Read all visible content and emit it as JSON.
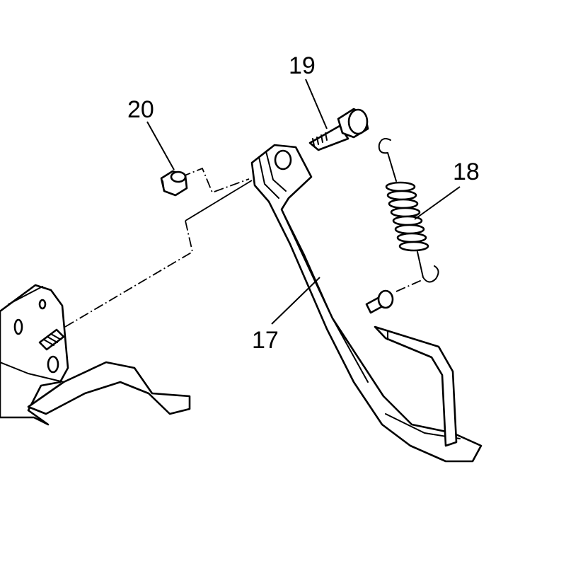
{
  "diagram": {
    "parts": [
      {
        "id": "17",
        "label": "17"
      },
      {
        "id": "18",
        "label": "18"
      },
      {
        "id": "19",
        "label": "19"
      },
      {
        "id": "20",
        "label": "20"
      }
    ]
  }
}
